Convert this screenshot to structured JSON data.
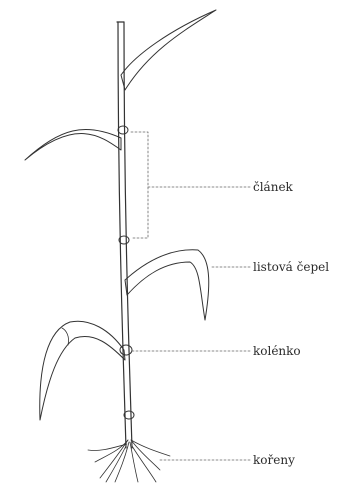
{
  "labels": {
    "internode": "článek",
    "leaf_blade": "listová čepel",
    "node": "kolénko",
    "roots": "kořeny"
  }
}
